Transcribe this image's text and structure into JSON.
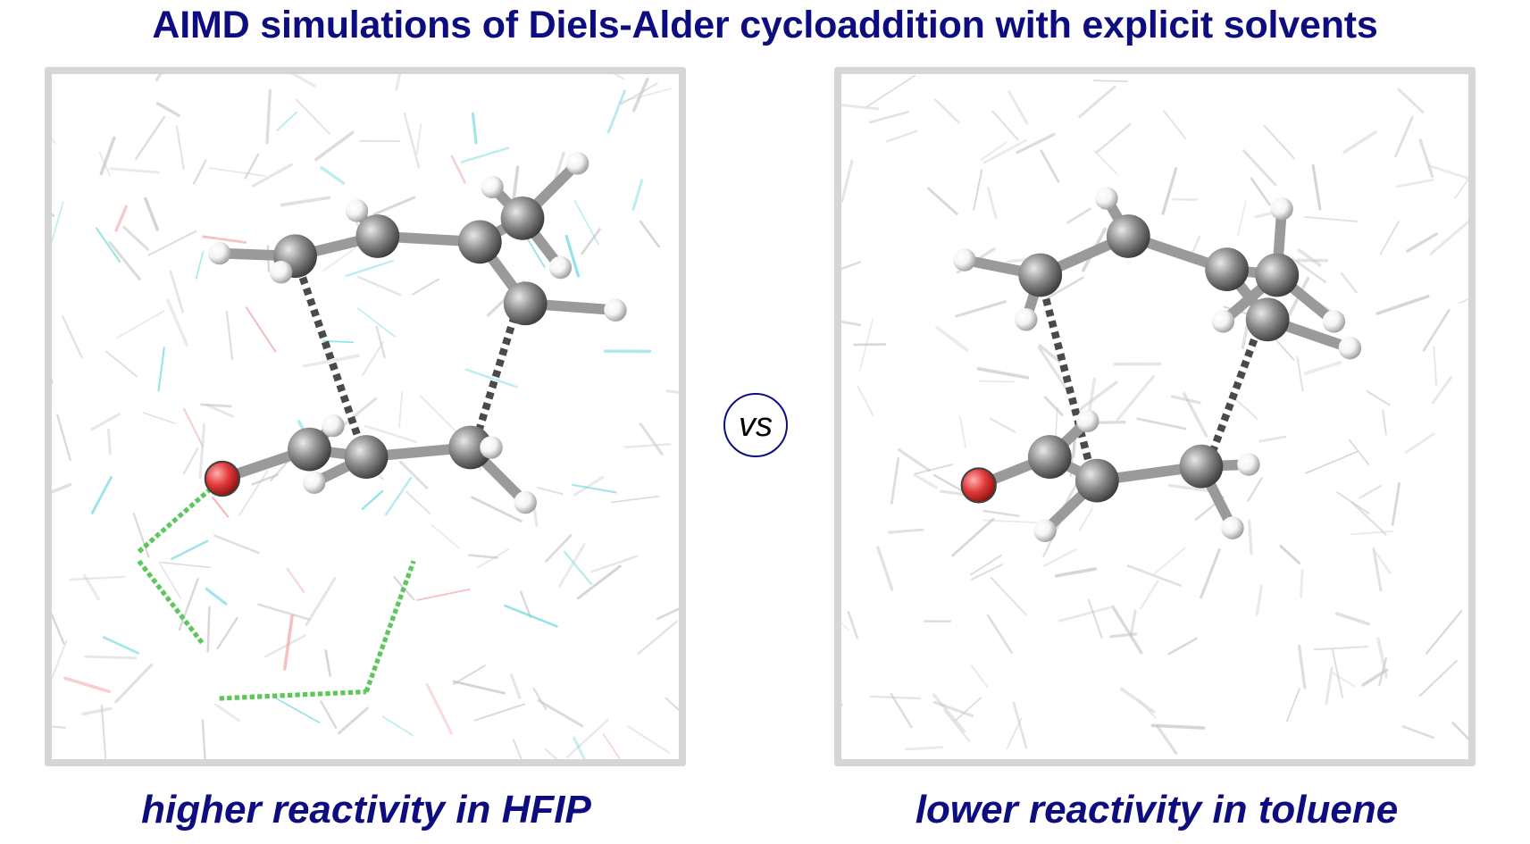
{
  "title": "AIMD simulations of Diels-Alder cycloaddition with explicit solvents",
  "vs_label": "vs",
  "left_panel": {
    "caption": "higher reactivity in HFIP",
    "solvent": "HFIP"
  },
  "right_panel": {
    "caption": "lower reactivity in toluene",
    "solvent": "toluene"
  },
  "colors": {
    "text": "#0d0d80",
    "frame": "#d6d6d6",
    "carbon": "#8a8a8a",
    "oxygen": "#e23a3a",
    "hydrogen": "#f4f4f4",
    "hbond": "#5cc85c",
    "fluorine": "#6fd8e0"
  }
}
